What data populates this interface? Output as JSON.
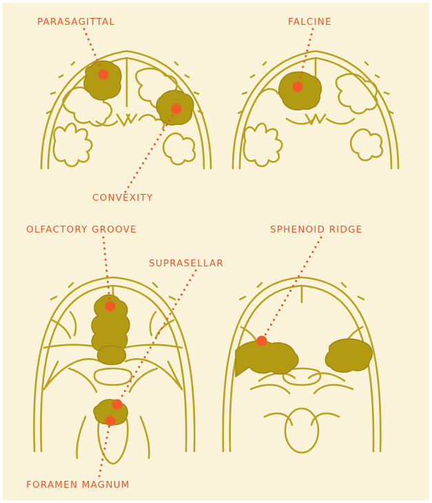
{
  "labels": {
    "parasagittal": "PARASAGITTAL",
    "falcine": "FALCINE",
    "convexity": "CONVEXITY",
    "olfactory_groove": "OLFACTORY GROOVE",
    "suprasellar": "SUPRASELLAR",
    "sphenoid_ridge": "SPHENOID RIDGE",
    "foramen_magnum": "FORAMEN MAGNUM"
  },
  "colors": {
    "background": "#fbf3d9",
    "line": "#b8a11e",
    "tumor": "#b29a12",
    "marker": "#f25a28",
    "label": "#e8572c"
  }
}
